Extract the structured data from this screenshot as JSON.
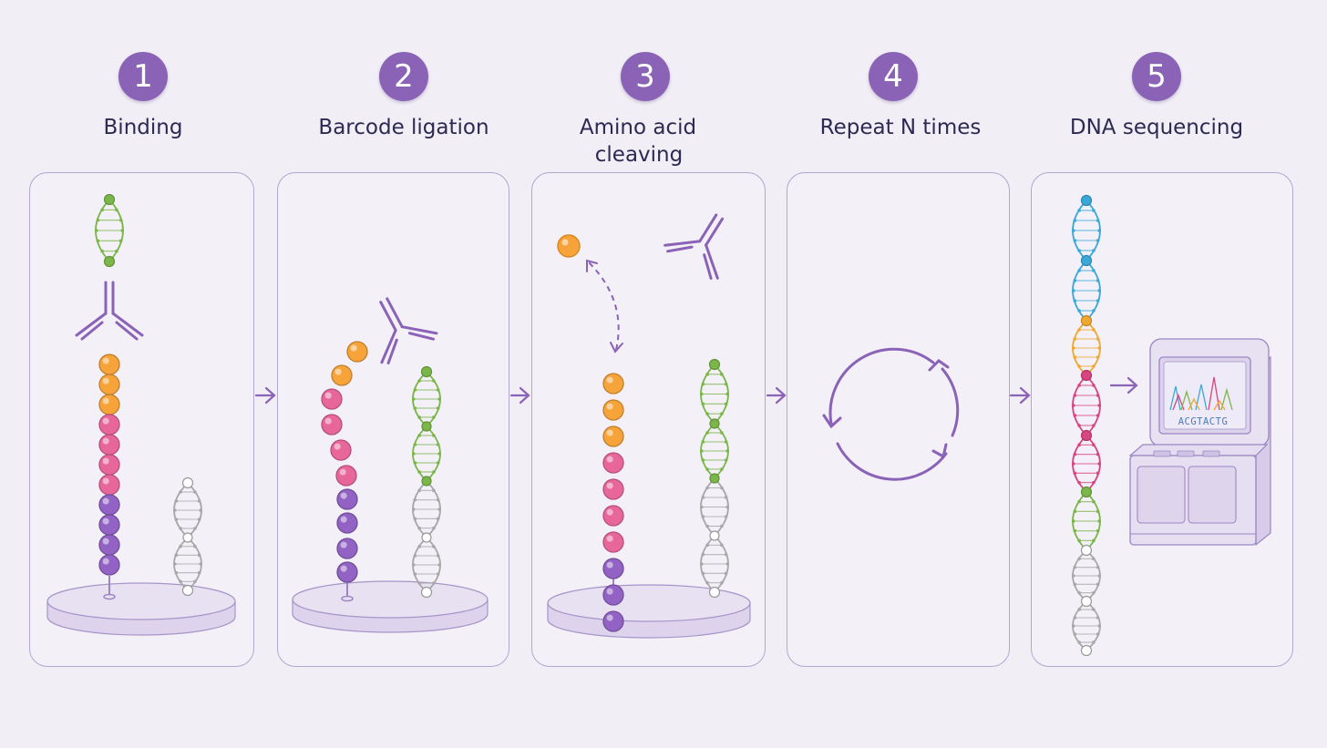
{
  "steps": [
    {
      "number": "1",
      "title": "Binding"
    },
    {
      "number": "2",
      "title": "Barcode ligation"
    },
    {
      "number": "3",
      "title_line1": "Amino acid",
      "title_line2": "cleaving"
    },
    {
      "number": "4",
      "title": "Repeat N times"
    },
    {
      "number": "5",
      "title": "DNA sequencing"
    }
  ],
  "sequencer_readout": "ACGTACTG",
  "colors": {
    "accent": "#8a63b6",
    "panel_border": "#b3a6cf",
    "barcode_green": "#7ab648",
    "dna_grey": "#a8a8a8",
    "dna_blue": "#3aa9d8",
    "dna_orange": "#f0a830",
    "dna_pink": "#d8467f",
    "bead_orange": "#f6a33a",
    "bead_pink": "#e8679b",
    "bead_purple": "#9263c4"
  }
}
